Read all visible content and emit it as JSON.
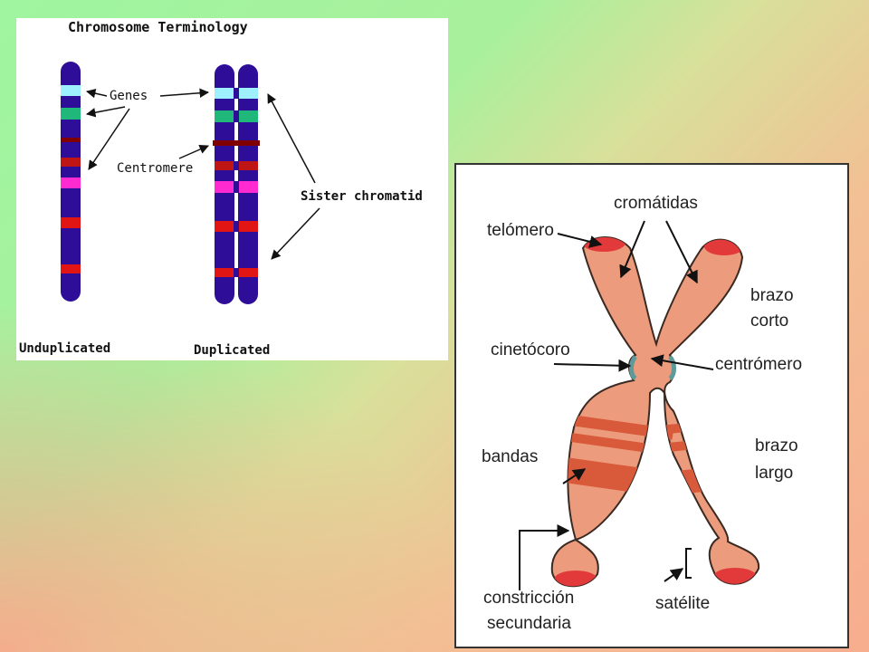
{
  "left_diagram": {
    "title": "Chromosome Terminology",
    "label_genes": "Genes",
    "label_centromere": "Centromere",
    "label_sister": "Sister chromatid",
    "label_unduplicated": "Unduplicated",
    "label_duplicated": "Duplicated",
    "colors": {
      "chromosome": "#2e0d99",
      "gene_light": "#9ff0ff",
      "gene_green": "#1fb87a",
      "centromere": "#800000",
      "band_red": "#e21515",
      "band_magenta": "#ff2ad0"
    }
  },
  "right_diagram": {
    "label_cromatidas": "cromátidas",
    "label_telomero": "telómero",
    "label_brazo_corto_1": "brazo",
    "label_brazo_corto_2": "corto",
    "label_cinetocoro": "cinetócoro",
    "label_centromero": "centrómero",
    "label_bandas": "bandas",
    "label_brazo_largo_1": "brazo",
    "label_brazo_largo_2": "largo",
    "label_constriccion_1": "constricción",
    "label_constriccion_2": "secundaria",
    "label_satelite": "satélite",
    "colors": {
      "chromosome": "#ec9b7c",
      "outline": "#3a2a22",
      "band": "#d85a3a",
      "tip": "#e23a3a",
      "centromere": "#5e9a9a"
    }
  }
}
